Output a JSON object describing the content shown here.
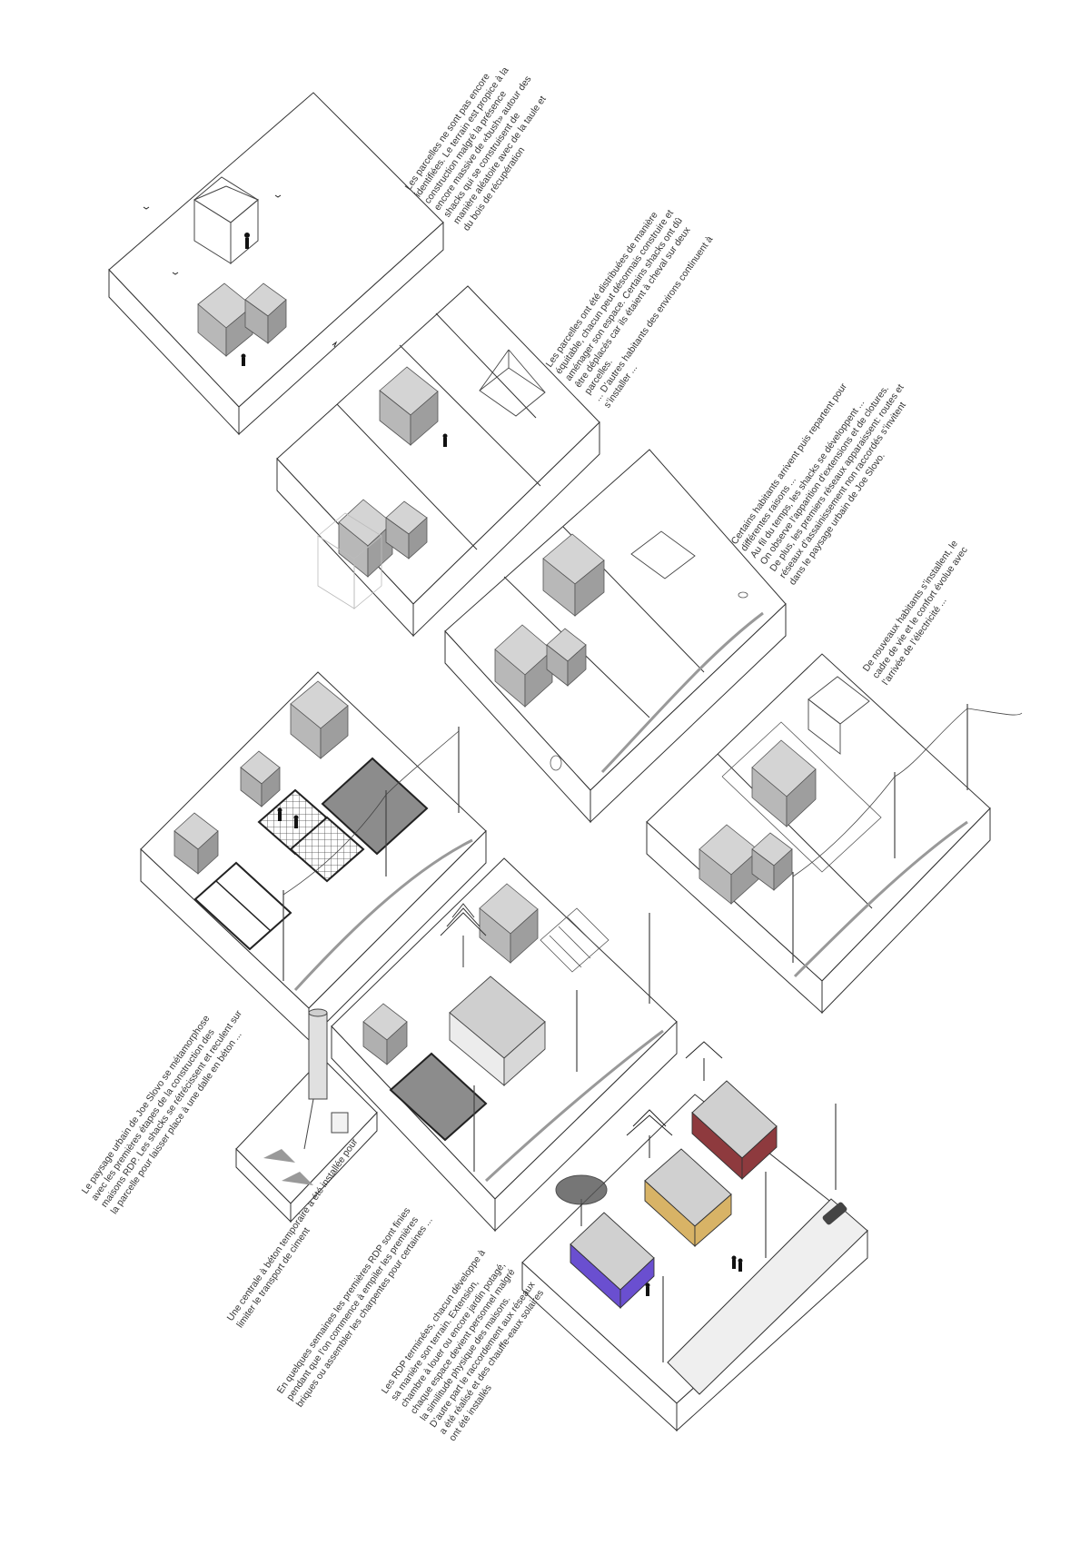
{
  "captions": [
    {
      "id": "step-1",
      "lines": [
        "Les parcelles ne sont pas encore",
        "identifiées. Le terrain est propice à la",
        "construction malgré la présence",
        "encore massive de «bush» autour des",
        "shacks qui se construisent de",
        "manière aléatoire avec de la taule et",
        "du bois de récupération"
      ]
    },
    {
      "id": "step-2",
      "lines": [
        "Les parcelles ont été distribuées de manière",
        "équitable, chacun peut désormais construire et",
        "aménager son espace. Certains shacks ont dû",
        "être déplacés car ils étaient à cheval sur deux",
        "parcelles.",
        "",
        "... D’autres habitants des environs continuent à",
        "s’installer ..."
      ]
    },
    {
      "id": "step-3",
      "lines": [
        "Certains habitants arrivent puis repartent pour",
        "différentes raisons ...",
        "",
        "Au fil du temps, les shacks se développent ...",
        "On observe l’apparition d’extensions et de clotures.",
        "De plus, les premiers réseaux apparaissent: routes et",
        "réseaux d’assainissement non raccordés s’invitent",
        "dans le paysage urbain de Joe Slovo."
      ]
    },
    {
      "id": "step-4",
      "lines": [
        "De nouveaux habitants s’installent, le",
        "cadre de vie et le confort évolue avec",
        "l’arrivée de l’électricité ..."
      ]
    },
    {
      "id": "step-5",
      "lines": [
        "Le paysage urbain de Joe Slovo se métamorphose",
        "avec les premières étapes de la construction des",
        "maisons RDP. Les shacks se rétrécissent et reculent sur",
        "la parcelle pour laisser place à une dalle en béton ..."
      ]
    },
    {
      "id": "step-6",
      "lines": [
        "Une centrale à béton temporaire a été installée pour",
        "limiter le transport de ciment"
      ]
    },
    {
      "id": "step-7",
      "lines": [
        "En quelques semaines les premières  RDP sont finies",
        "pendant que l’on commence à empiler les premières",
        "briques ou  assembler les charpentes pour certaines ..."
      ]
    },
    {
      "id": "step-8",
      "lines": [
        "Les RDP terminées, chacun développe à",
        "sa manière son terrain. Extension,",
        "chambre à louer ou encore jardin potagé,",
        "chaque espace devient personnel malgré",
        "la similitude physique des maisons.",
        "D’autre part le raccordement aux réseaux",
        "a été réalisé et des chauffe-eaux solaires",
        "ont été installés"
      ]
    }
  ],
  "colors": {
    "line": "#333333",
    "shack_roof": "#d0d0d0",
    "shack_wall": "#a9a9a9",
    "slab_dark": "#8c8c8c",
    "house_purple": "#6a4fd0",
    "house_ochre": "#d8b366",
    "house_red": "#8e3a3e"
  }
}
